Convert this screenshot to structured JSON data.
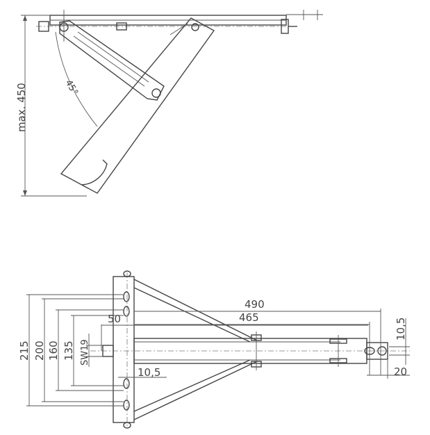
{
  "side_view": {
    "height_dim": "max. 450",
    "angle": "45°"
  },
  "top_view": {
    "dims": {
      "d215": "215",
      "d200": "200",
      "d160": "160",
      "d135": "135",
      "sw19": "SW19",
      "d50": "50",
      "d10_5_left": "10,5",
      "d490": "490",
      "d465": "465",
      "d10_5_right": "10,5",
      "d20": "20"
    }
  },
  "colors": {
    "line": "#444444",
    "background": "#ffffff"
  }
}
